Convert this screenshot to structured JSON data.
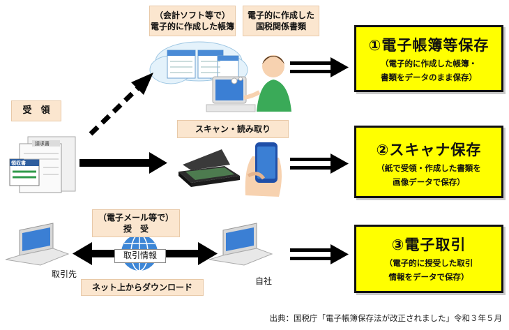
{
  "tags": {
    "accounting_top": "（会計ソフト等で）",
    "accounting_bottom": "電子的に作成した帳簿",
    "tax_top": "電子的に作成した",
    "tax_bottom": "国税関係書類",
    "receive": "受　領",
    "scan": "スキャン・読み取り",
    "email_top": "（電子メール等で）",
    "email_bottom": "授　受",
    "download": "ネット上からダウンロード"
  },
  "boxes": [
    {
      "title": "①電子帳簿等保存",
      "line1": "（電子的に作成した帳簿・",
      "line2": "書類をデータのまま保存）"
    },
    {
      "title": "②スキャナ保存",
      "line1": "（紙で受領・作成した書類を",
      "line2": "画像データで保存）"
    },
    {
      "title": "③電子取引",
      "line1": "（電子的に授受した取引",
      "line2": "情報をデータで保存）"
    }
  ],
  "labels": {
    "counterparty": "取引先",
    "own_company": "自社",
    "transaction_info": "取引情報",
    "invoice_doc": "請求書",
    "receipt_doc": "領収書"
  },
  "source": "出典：国税庁「電子帳簿保存法が改正されました」令和３年５月",
  "colors": {
    "box_fill": "#ffff00",
    "tag_fill": "#fbe6cf",
    "arrow": "#000000",
    "screen": "#3b7fd4"
  }
}
